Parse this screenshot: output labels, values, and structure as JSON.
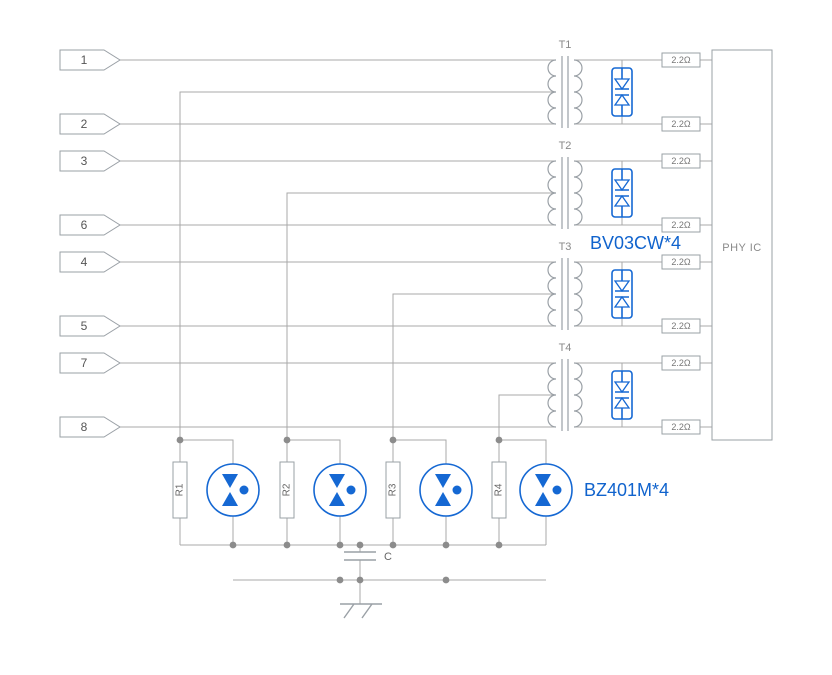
{
  "pins": [
    {
      "label": "1"
    },
    {
      "label": "2"
    },
    {
      "label": "3"
    },
    {
      "label": "6"
    },
    {
      "label": "4"
    },
    {
      "label": "5"
    },
    {
      "label": "7"
    },
    {
      "label": "8"
    }
  ],
  "transformers": [
    {
      "label": "T1"
    },
    {
      "label": "T2"
    },
    {
      "label": "T3"
    },
    {
      "label": "T4"
    }
  ],
  "series_resistor_label": "2.2Ω",
  "phy_ic_label": "PHY IC",
  "tvs_array_label": "BV03CW*4",
  "surge_arrester_label": "BZ401M*4",
  "termination_resistors": [
    {
      "label": "R1"
    },
    {
      "label": "R2"
    },
    {
      "label": "R3"
    },
    {
      "label": "R4"
    }
  ],
  "capacitor_label": "C",
  "colors": {
    "component_blue": "#1568d3",
    "blue_label_text": "#1063cd",
    "wire_gray": "#a9a9a9",
    "component_gray": "#9aa0a6",
    "label_gray": "#8a8a8a",
    "junction_dot": "#8c8c8c"
  }
}
